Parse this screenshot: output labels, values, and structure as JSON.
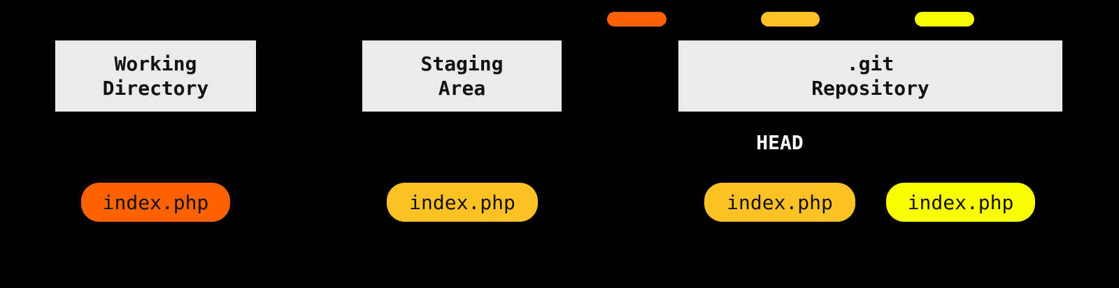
{
  "background": "#000000",
  "header": {
    "bg": "#EBEBEB",
    "text_color": "#111111"
  },
  "status_colors": {
    "modified": "#FF6200",
    "staged": "#FFC226",
    "committed": "#FAFF00"
  },
  "legend_bars": [
    {
      "name": "modified-bar",
      "color": "#FF6200"
    },
    {
      "name": "staged-bar",
      "color": "#FFC226"
    },
    {
      "name": "committed-bar",
      "color": "#FAFF00"
    }
  ],
  "columns": [
    {
      "id": "working-directory",
      "title_line1": "Working",
      "title_line2": "Directory",
      "files": [
        {
          "label": "index.php",
          "color": "#FF6200"
        }
      ]
    },
    {
      "id": "staging-area",
      "title_line1": "Staging",
      "title_line2": "Area",
      "files": [
        {
          "label": "index.php",
          "color": "#FFC226"
        }
      ]
    },
    {
      "id": "git-repository",
      "title_line1": ".git",
      "title_line2": "Repository",
      "head_label": "HEAD",
      "files": [
        {
          "label": "index.php",
          "color": "#FFC226"
        },
        {
          "label": "index.php",
          "color": "#FAFF00"
        }
      ]
    }
  ]
}
